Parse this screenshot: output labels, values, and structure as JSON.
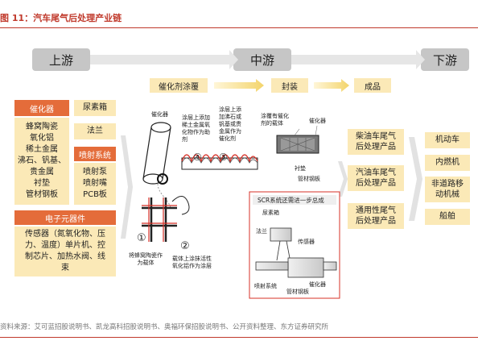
{
  "figure": {
    "title": "图 11：汽车尾气后处理产业链"
  },
  "stages": {
    "upstream": "上游",
    "midstream": "中游",
    "downstream": "下游"
  },
  "process_steps": [
    "催化剂涂覆",
    "封装",
    "成品"
  ],
  "upstream": {
    "catalyst": {
      "header": "催化器",
      "items": [
        "蜂窝陶瓷",
        "氧化铝",
        "稀土金属",
        "沸石、钒基、",
        "贵金属",
        "衬垫",
        "管材钢板"
      ]
    },
    "urea_tank": "尿素箱",
    "flange": "法兰",
    "injection": {
      "header": "喷射系统",
      "items": [
        "喷射泵",
        "喷射嘴",
        "PCB板"
      ]
    },
    "electronics": {
      "header": "电子元器件",
      "items": [
        "传感器（氮氧化物、压",
        "力、温度）单片机、控",
        "制芯片、加热水阀、线",
        "束"
      ]
    }
  },
  "midstream_labels": {
    "catalyst_left": "催化器",
    "coating_4": [
      "涂层上添加",
      "稀土金属氧",
      "化物作为助",
      "剂"
    ],
    "coating_3": [
      "涂层上添",
      "加沸石或",
      "钒基或贵",
      "金属作为",
      "催化剂"
    ],
    "num_1": "①",
    "num_2": "②",
    "num_3": "③",
    "num_4": "④",
    "label_1": [
      "将蜂窝陶瓷作",
      "为载体"
    ],
    "label_2": [
      "载体上涂抹活性",
      "氧化铝作为涂层"
    ],
    "coated_carrier": [
      "涂覆有催化",
      "剂的载体"
    ],
    "catalyst_right": "催化器",
    "liner": "衬垫",
    "pipe_plate": "管材钢板",
    "scr_title": "SCR系统还需进一步总成",
    "scr_urea": "尿素箱",
    "scr_flange": "法兰",
    "scr_sensor": "传感器",
    "scr_injection": "喷射系统",
    "scr_pipe": "管材钢板",
    "scr_catalyst": "催化器"
  },
  "products": [
    "柴油车尾气后处理产品",
    "汽油车尾气后处理产品",
    "通用性尾气后处理产品"
  ],
  "products_lines": [
    [
      "柴油车尾气",
      "后处理产品"
    ],
    [
      "汽油车尾气",
      "后处理产品"
    ],
    [
      "通用性尾气",
      "后处理产品"
    ]
  ],
  "downstream": [
    "机动车",
    "内燃机",
    "非道路移动机械",
    "船舶"
  ],
  "downstream_lines": [
    [
      "机动车"
    ],
    [
      "内燃机"
    ],
    [
      "非道路移",
      "动机械"
    ],
    [
      "船舶"
    ]
  ],
  "source": "资料来源：艾可蓝招股说明书、凯龙高科招股说明书、奥福环保招股说明书、公开资料整理、东方证券研究所",
  "colors": {
    "accent": "#e46c3a",
    "title_red": "#c0392b",
    "box_fill": "#fbe9b7",
    "stage_gray": "#c6c6c6",
    "arrow": "#f5dc7a"
  }
}
